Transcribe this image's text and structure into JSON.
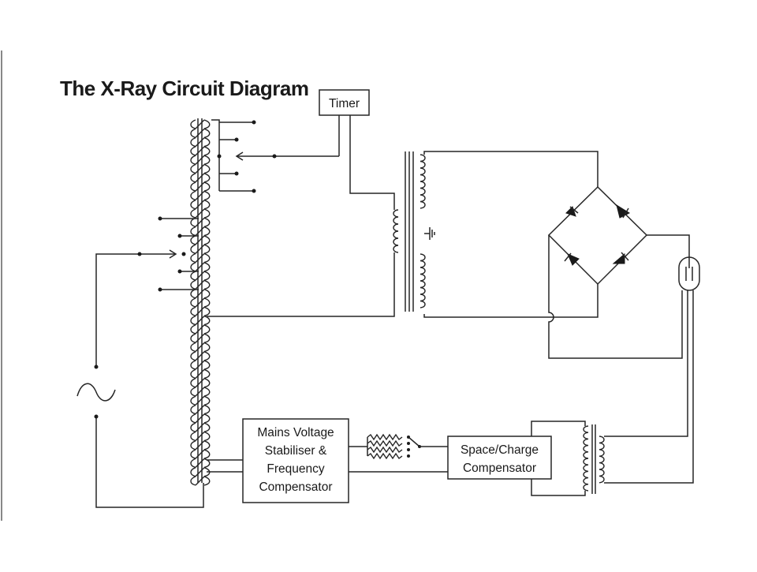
{
  "title": "The X-Ray Circuit Diagram",
  "components": {
    "timer": "Timer",
    "stabiliser": [
      "Mains Voltage",
      "Stabiliser &",
      "Frequency",
      "Compensator"
    ],
    "space_charge": [
      "Space/Charge",
      "Compensator"
    ]
  },
  "colors": {
    "ink": "#262626",
    "background": "#ffffff",
    "margin_line": "#888888"
  }
}
